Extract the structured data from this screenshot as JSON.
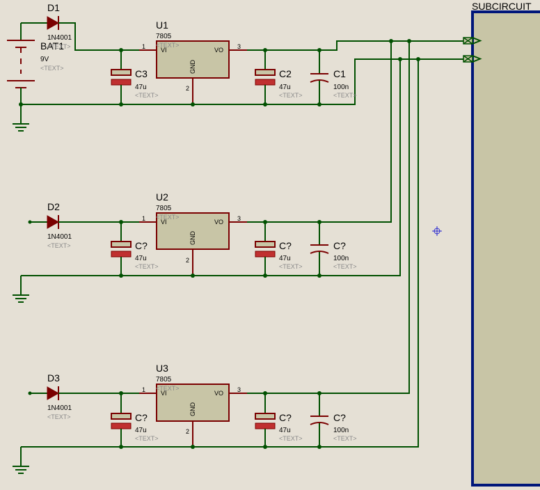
{
  "subcircuit": {
    "label": "SUBCIRCUIT",
    "border_color": "#00167a",
    "fill_color": "#c8c5a6"
  },
  "battery": {
    "ref": "BAT1",
    "value": "9V",
    "text": "<TEXT>"
  },
  "stages": [
    {
      "diode": {
        "ref": "D1",
        "value": "1N4001",
        "text": "<TEXT>"
      },
      "reg": {
        "ref": "U1",
        "value": "7805",
        "text": "<TEXT>",
        "pin_in": "1",
        "pin_out": "3",
        "pin_gnd": "2",
        "vi": "VI",
        "vo": "VO",
        "gnd": "GND"
      },
      "c_in": {
        "ref": "C3",
        "value": "47u",
        "text": "<TEXT>"
      },
      "c_out": {
        "ref": "C2",
        "value": "47u",
        "text": "<TEXT>"
      },
      "c_dec": {
        "ref": "C1",
        "value": "100n",
        "text": "<TEXT>"
      }
    },
    {
      "diode": {
        "ref": "D2",
        "value": "1N4001",
        "text": "<TEXT>"
      },
      "reg": {
        "ref": "U2",
        "value": "7805",
        "text": "<TEXT>",
        "pin_in": "1",
        "pin_out": "3",
        "pin_gnd": "2",
        "vi": "VI",
        "vo": "VO",
        "gnd": "GND"
      },
      "c_in": {
        "ref": "C?",
        "value": "47u",
        "text": "<TEXT>"
      },
      "c_out": {
        "ref": "C?",
        "value": "47u",
        "text": "<TEXT>"
      },
      "c_dec": {
        "ref": "C?",
        "value": "100n",
        "text": "<TEXT>"
      }
    },
    {
      "diode": {
        "ref": "D3",
        "value": "1N4001",
        "text": "<TEXT>"
      },
      "reg": {
        "ref": "U3",
        "value": "7805",
        "text": "<TEXT>",
        "pin_in": "1",
        "pin_out": "3",
        "pin_gnd": "2",
        "vi": "VI",
        "vo": "VO",
        "gnd": "GND"
      },
      "c_in": {
        "ref": "C?",
        "value": "47u",
        "text": "<TEXT>"
      },
      "c_out": {
        "ref": "C?",
        "value": "47u",
        "text": "<TEXT>"
      },
      "c_dec": {
        "ref": "C?",
        "value": "100n",
        "text": "<TEXT>"
      }
    }
  ],
  "colors": {
    "wire": "#005000",
    "component": "#7a0000",
    "background": "#e5e0d5"
  }
}
